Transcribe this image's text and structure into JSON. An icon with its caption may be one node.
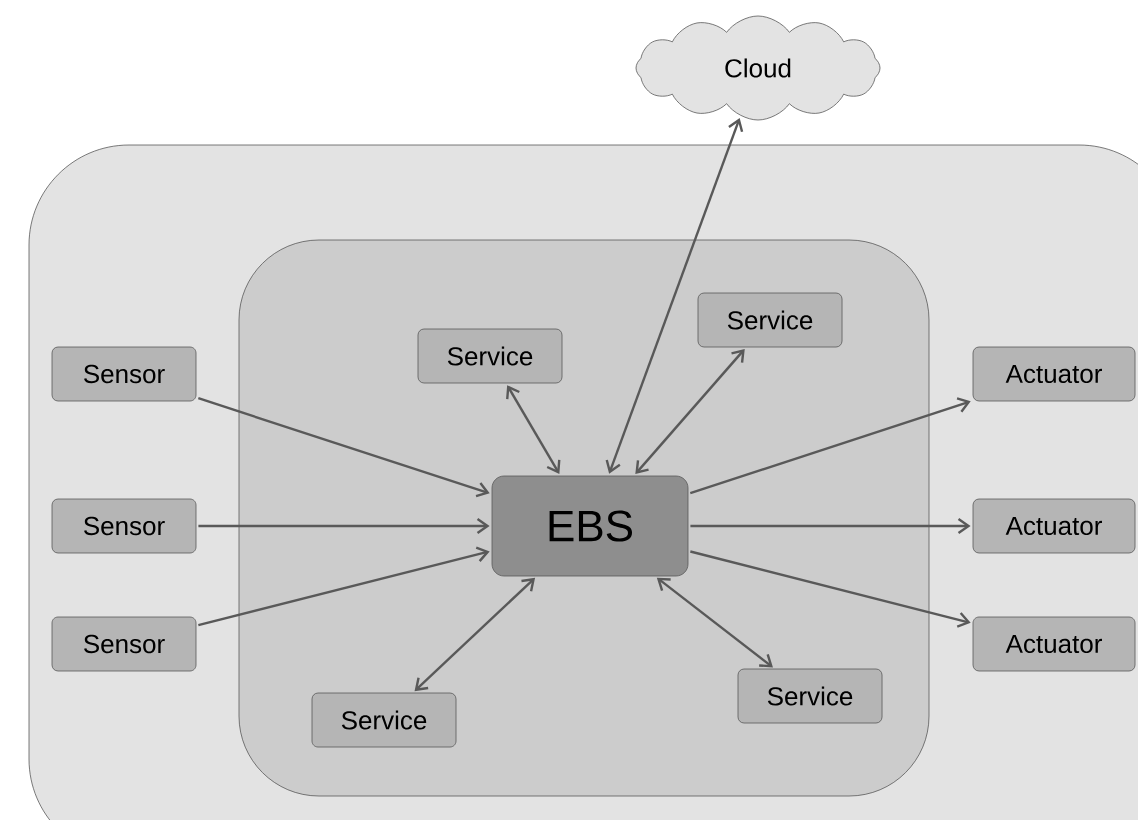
{
  "diagram": {
    "nodes": [
      {
        "text": [
          "Cloud"
        ]
      },
      {
        "text": [],
        "shape": "box"
      },
      {
        "text": [],
        "shape": "box",
        "in": 1
      },
      {
        "text": [
          "Service"
        ],
        "in": 2
      },
      {
        "text": [
          "Service"
        ],
        "in": 2
      },
      {
        "text": [
          "Sensor"
        ],
        "in": 1
      },
      {
        "text": [
          "Actuator"
        ],
        "in": 1
      },
      {
        "text": [
          "EBS"
        ],
        "in": 2
      },
      {
        "text": [
          "Sensor"
        ],
        "in": 1
      },
      {
        "text": [
          "Actuator"
        ],
        "in": 1
      },
      {
        "text": [
          "Sensor"
        ],
        "in": 1
      },
      {
        "text": [
          "Actuator"
        ],
        "in": 1
      },
      {
        "text": [
          "Service"
        ],
        "in": 2
      },
      {
        "text": [
          "Service"
        ],
        "in": 2
      }
    ],
    "edges": [
      {
        "from": 5,
        "to": 7,
        "arrow": "to"
      },
      {
        "from": 8,
        "to": 7,
        "arrow": "to"
      },
      {
        "from": 10,
        "to": 7,
        "arrow": "to"
      },
      {
        "from": 7,
        "to": 6,
        "arrow": "to"
      },
      {
        "from": 7,
        "to": 9,
        "arrow": "to"
      },
      {
        "from": 7,
        "to": 11,
        "arrow": "to"
      },
      {
        "from": 7,
        "to": 0,
        "arrow": "both"
      },
      {
        "from": 7,
        "to": 3,
        "arrow": "both"
      },
      {
        "from": 7,
        "to": 4,
        "arrow": "both"
      },
      {
        "from": 7,
        "to": 12,
        "arrow": "both"
      },
      {
        "from": 7,
        "to": 13,
        "arrow": "both"
      }
    ]
  }
}
